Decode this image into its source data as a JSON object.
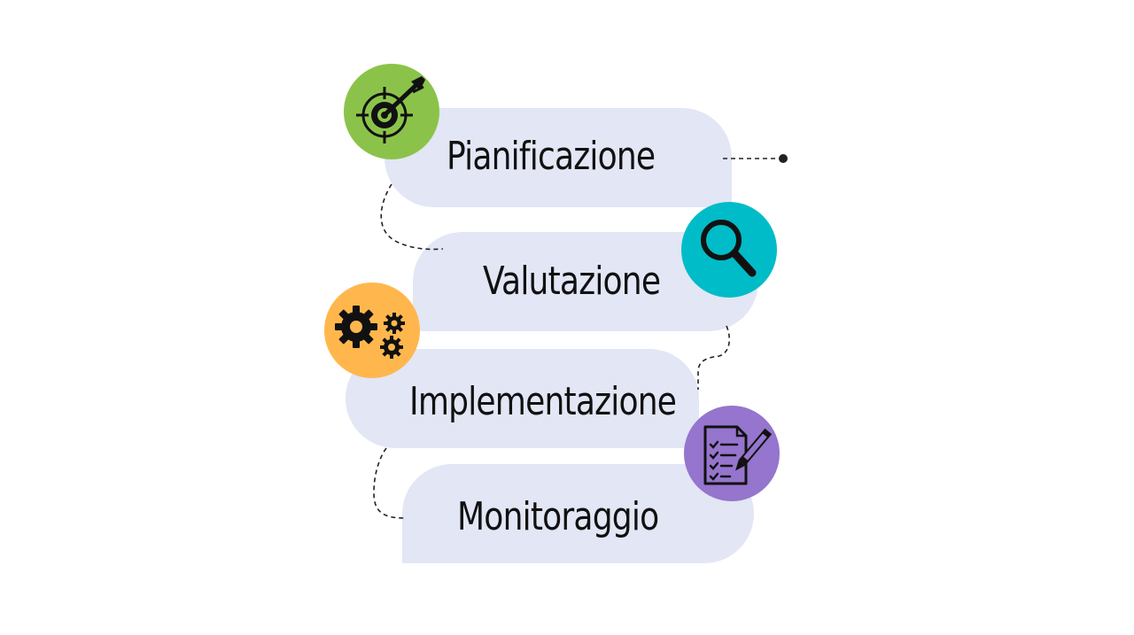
{
  "steps": [
    {
      "label": "Pianificazione",
      "icon": "target-arrow-icon",
      "color": "#8bc34a"
    },
    {
      "label": "Valutazione",
      "icon": "magnifier-icon",
      "color": "#00bcc8"
    },
    {
      "label": "Implementazione",
      "icon": "gears-icon",
      "color": "#ffb74d"
    },
    {
      "label": "Monitoraggio",
      "icon": "checklist-pen-icon",
      "color": "#9575cd"
    }
  ],
  "colors": {
    "pill": "#e2e6f5",
    "text": "#111111",
    "connector": "#222222"
  }
}
